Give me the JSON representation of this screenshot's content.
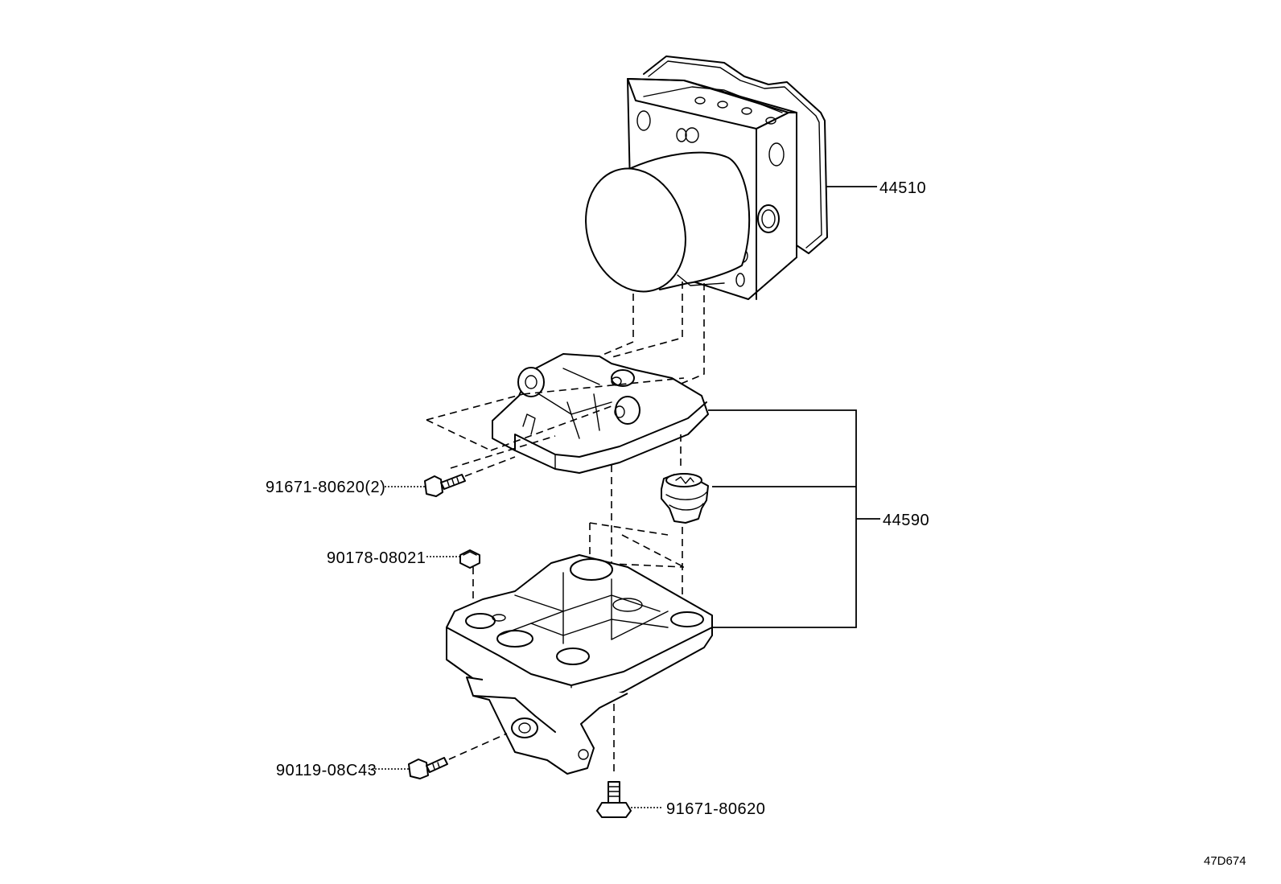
{
  "diagram": {
    "labels": {
      "abs_actuator": "44510",
      "bracket_assy": "44590",
      "bolt_upper": "91671-80620(2)",
      "nut": "90178-08021",
      "bolt_side": "90119-08C43",
      "bolt_lower": "91671-80620"
    },
    "diagram_id": "47D674"
  }
}
